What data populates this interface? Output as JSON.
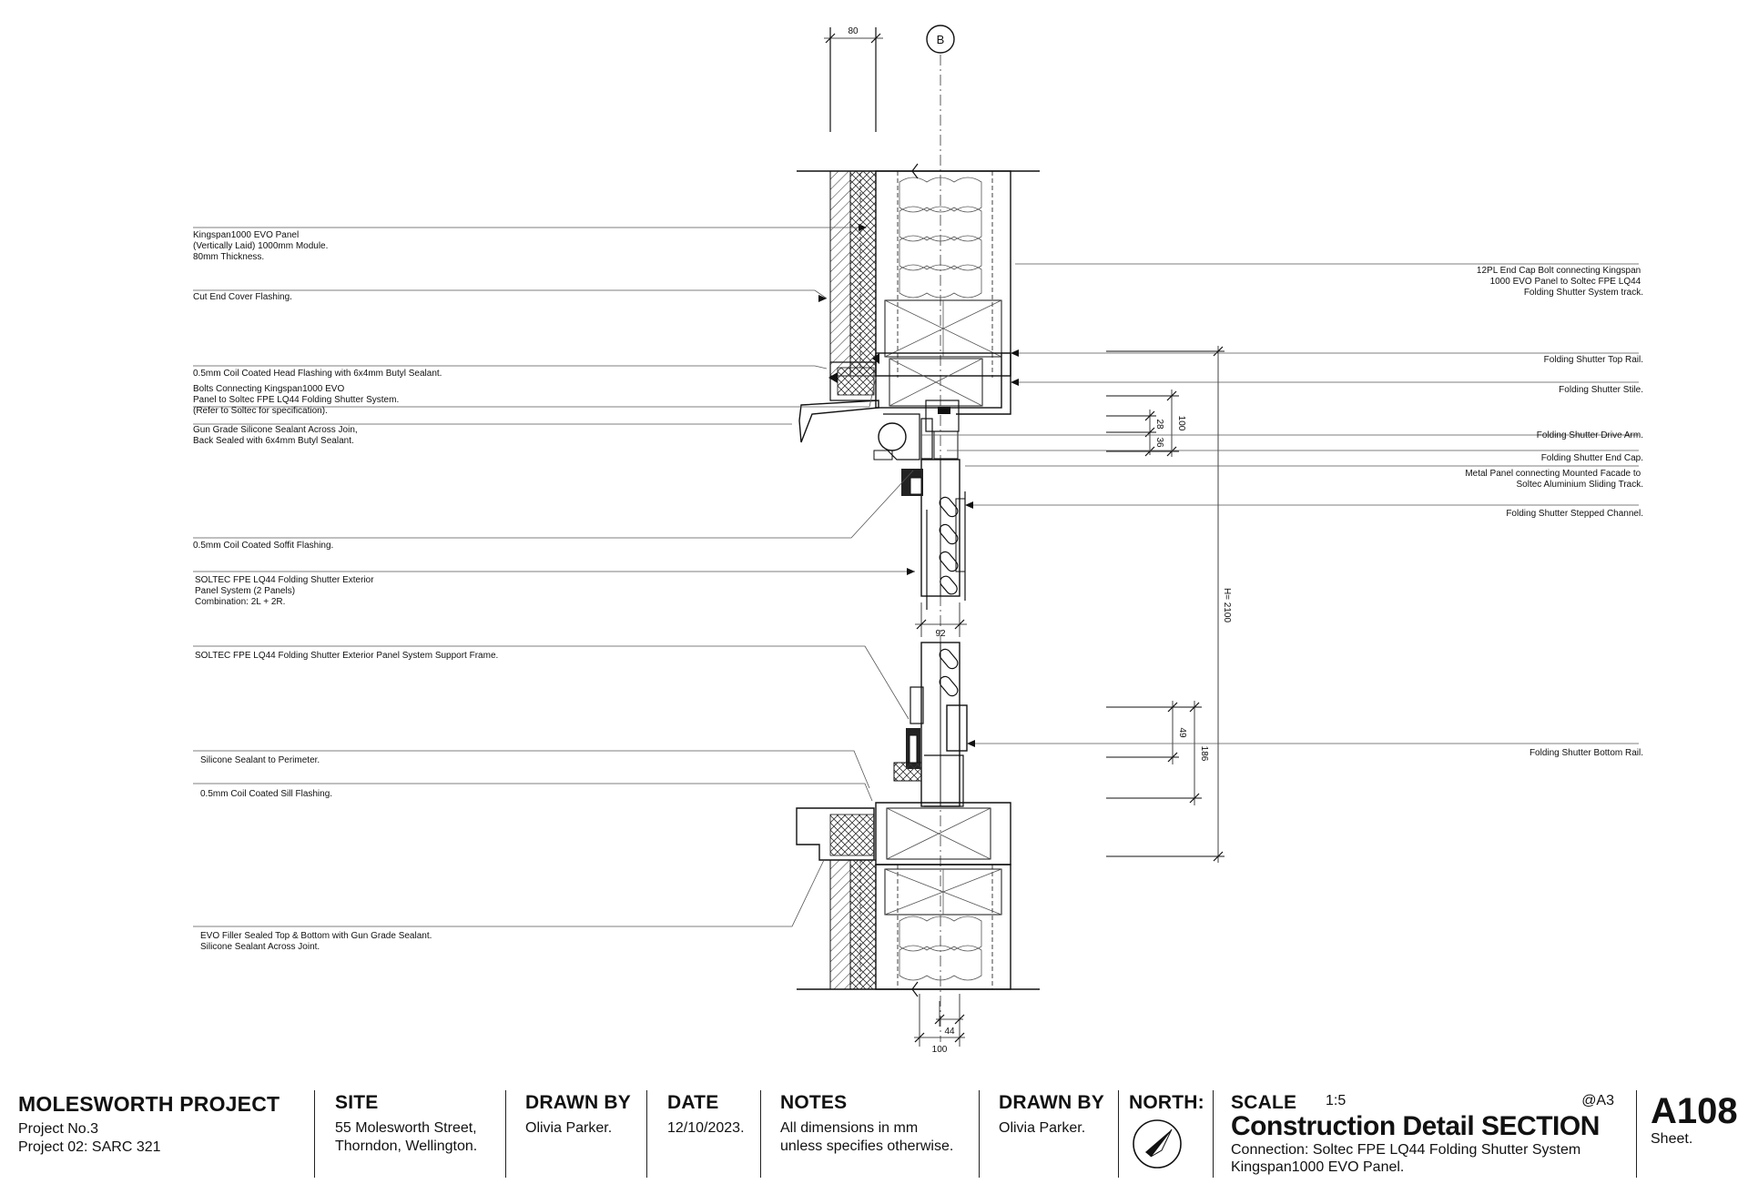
{
  "grid_marker": "B",
  "dimensions": {
    "panel_thickness": "80",
    "drive_arm_outer": "100",
    "drive_arm_a": "28",
    "drive_arm_b": "36",
    "panel_width": "92",
    "overall_height": "H= 2100",
    "bottom_rail_a": "49",
    "bottom_rail_b": "186",
    "sill_a": "44",
    "sill_b": "100"
  },
  "left_callouts": [
    [
      "Kingspan1000 EVO Panel",
      "(Vertically Laid) 1000mm Module.",
      "80mm Thickness."
    ],
    [
      "Cut End Cover Flashing."
    ],
    [
      "0.5mm Coil Coated Head Flashing with 6x4mm Butyl Sealant."
    ],
    [
      "Bolts Connecting Kingspan1000 EVO",
      "Panel to Soltec FPE LQ44 Folding Shutter System.",
      "(Refer to Soltec for specification)."
    ],
    [
      "Gun Grade Silicone Sealant Across Join,",
      "Back Sealed with 6x4mm Butyl Sealant."
    ],
    [
      "0.5mm Coil Coated Soffit Flashing."
    ],
    [
      "SOLTEC FPE LQ44 Folding Shutter Exterior",
      "Panel System (2 Panels)",
      "Combination: 2L + 2R."
    ],
    [
      "SOLTEC FPE LQ44 Folding Shutter Exterior Panel System Support Frame."
    ],
    [
      "Silicone Sealant to Perimeter."
    ],
    [
      "0.5mm Coil Coated Sill Flashing."
    ],
    [
      "EVO Filler Sealed Top & Bottom with Gun Grade Sealant.",
      "Silicone Sealant Across Joint."
    ]
  ],
  "right_callouts": [
    [
      "12PL End Cap Bolt connecting Kingspan",
      "1000 EVO Panel to Soltec FPE LQ44",
      "Folding Shutter System track."
    ],
    [
      "Folding Shutter Top Rail."
    ],
    [
      "Folding Shutter Stile."
    ],
    [
      "Folding Shutter Drive Arm."
    ],
    [
      "Folding Shutter End Cap."
    ],
    [
      "Metal Panel connecting Mounted Facade to",
      "Soltec Aluminium Sliding Track."
    ],
    [
      "Folding Shutter Stepped Channel."
    ],
    [
      "Folding Shutter Bottom Rail."
    ]
  ],
  "title_block": {
    "project": {
      "title": "MOLESWORTH PROJECT",
      "line1": "Project No.3",
      "line2": "Project 02: SARC 321"
    },
    "site": {
      "heading": "SITE",
      "line1": "55 Molesworth Street,",
      "line2": "Thorndon, Wellington."
    },
    "drawn_by_1": {
      "heading": "DRAWN BY",
      "value": "Olivia Parker."
    },
    "date": {
      "heading": "DATE",
      "value": "12/10/2023."
    },
    "notes": {
      "heading": "NOTES",
      "line1": "All dimensions in mm",
      "line2": "unless specifies otherwise."
    },
    "drawn_by_2": {
      "heading": "DRAWN BY",
      "value": "Olivia Parker."
    },
    "north": {
      "heading": "NORTH:"
    },
    "scale": {
      "heading": "SCALE",
      "value": "1:5",
      "paper": "@A3"
    },
    "drawing_title": "Construction Detail SECTION",
    "subtitle1": "Connection: Soltec FPE LQ44 Folding Shutter System",
    "subtitle2": "Kingspan1000 EVO Panel.",
    "sheet": {
      "number": "A108",
      "label": "Sheet."
    }
  }
}
